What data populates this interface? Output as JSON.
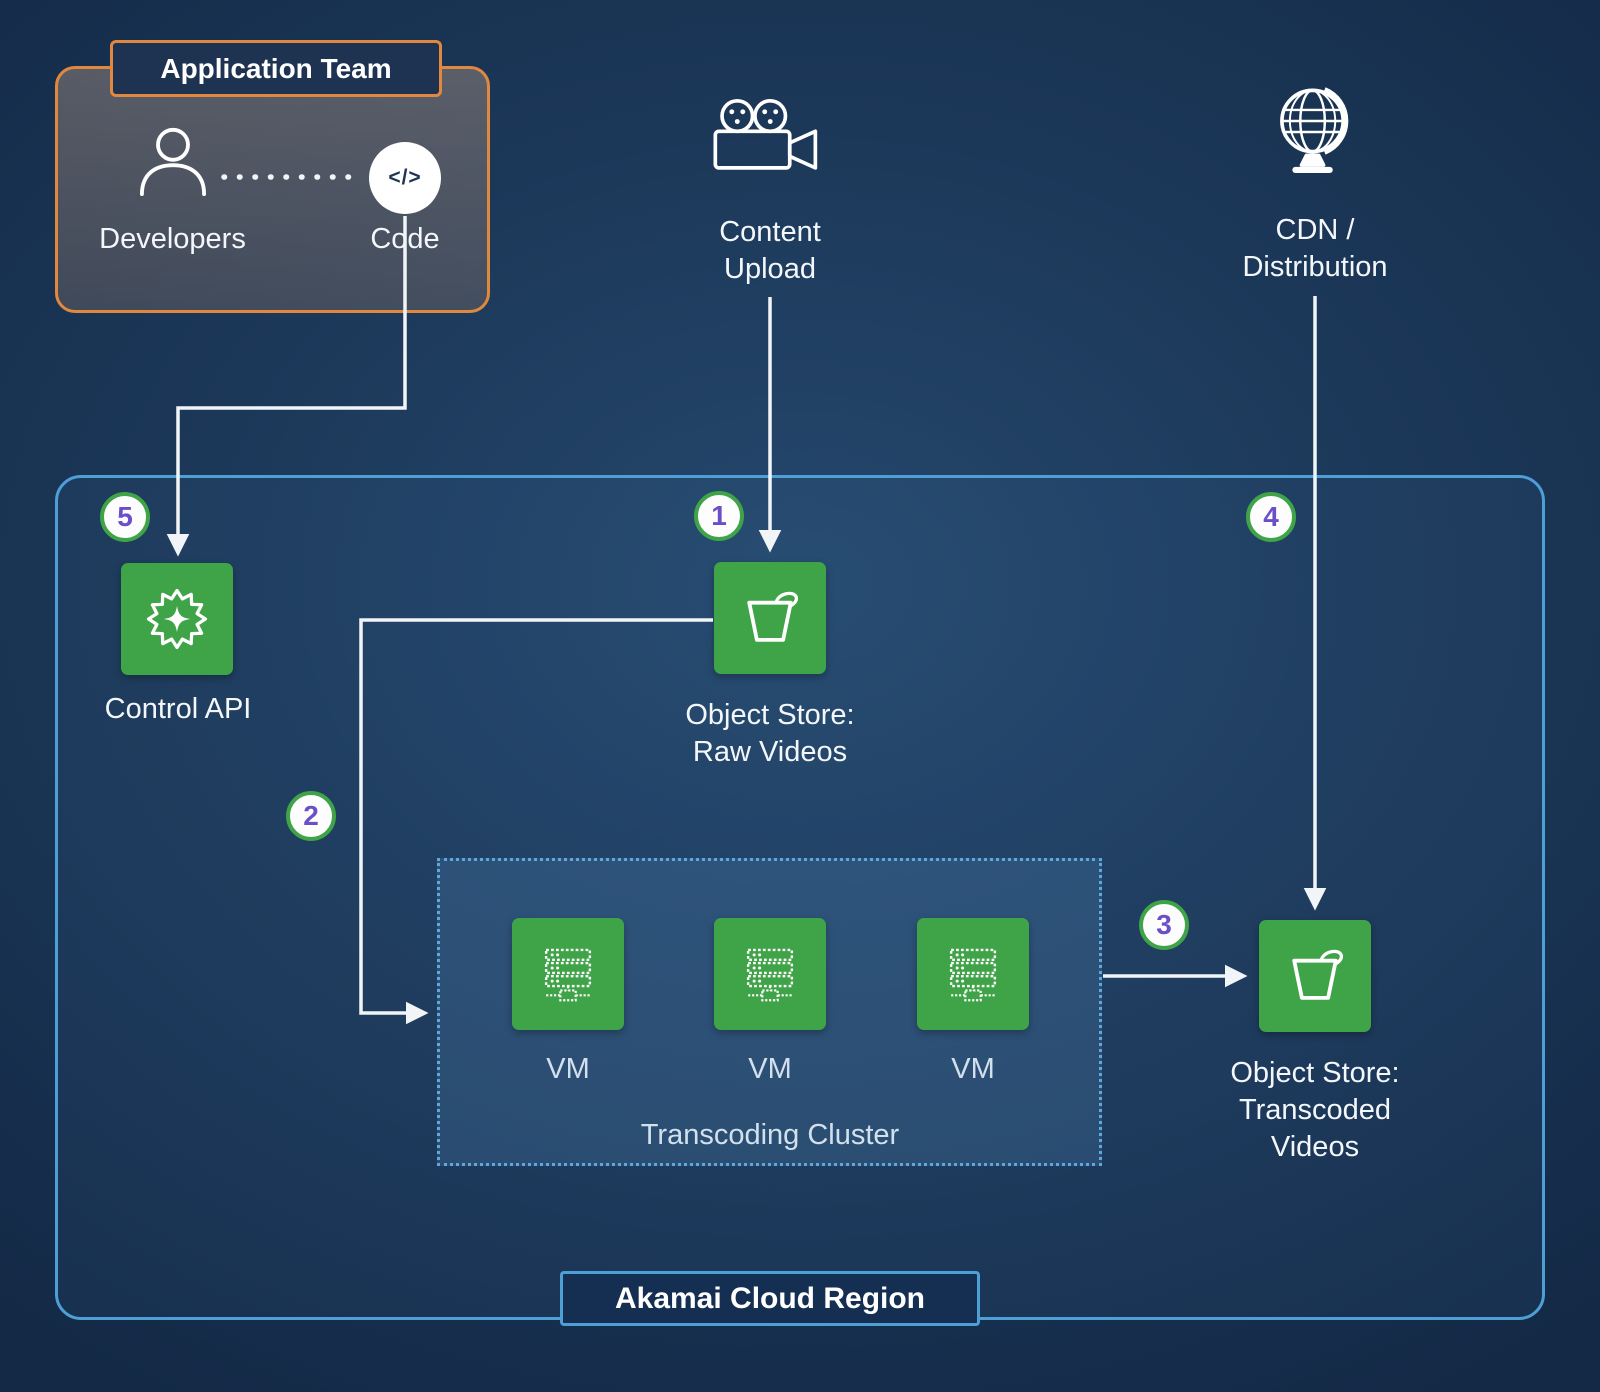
{
  "app_team": {
    "title": "Application Team",
    "developers_label": "Developers",
    "code_label": "Code",
    "code_glyph": "</>"
  },
  "external": {
    "content_upload_label": "Content\nUpload",
    "cdn_label": "CDN /\nDistribution"
  },
  "region": {
    "label": "Akamai Cloud Region",
    "control_api": {
      "label": "Control API"
    },
    "raw_store": {
      "label": "Object Store:\nRaw Videos"
    },
    "transcoded_store": {
      "label": "Object Store:\nTranscoded\nVideos"
    },
    "cluster": {
      "label": "Transcoding Cluster",
      "vms": [
        "VM",
        "VM",
        "VM"
      ]
    }
  },
  "steps": {
    "s1": "1",
    "s2": "2",
    "s3": "3",
    "s4": "4",
    "s5": "5"
  },
  "colors": {
    "background_dark": "#132946",
    "background_light": "#25486d",
    "node_green": "#3fa347",
    "accent_orange": "#e0883e",
    "accent_blue": "#4d9fd6",
    "step_number_purple": "#6b4fc8",
    "text_white": "#ffffff"
  }
}
